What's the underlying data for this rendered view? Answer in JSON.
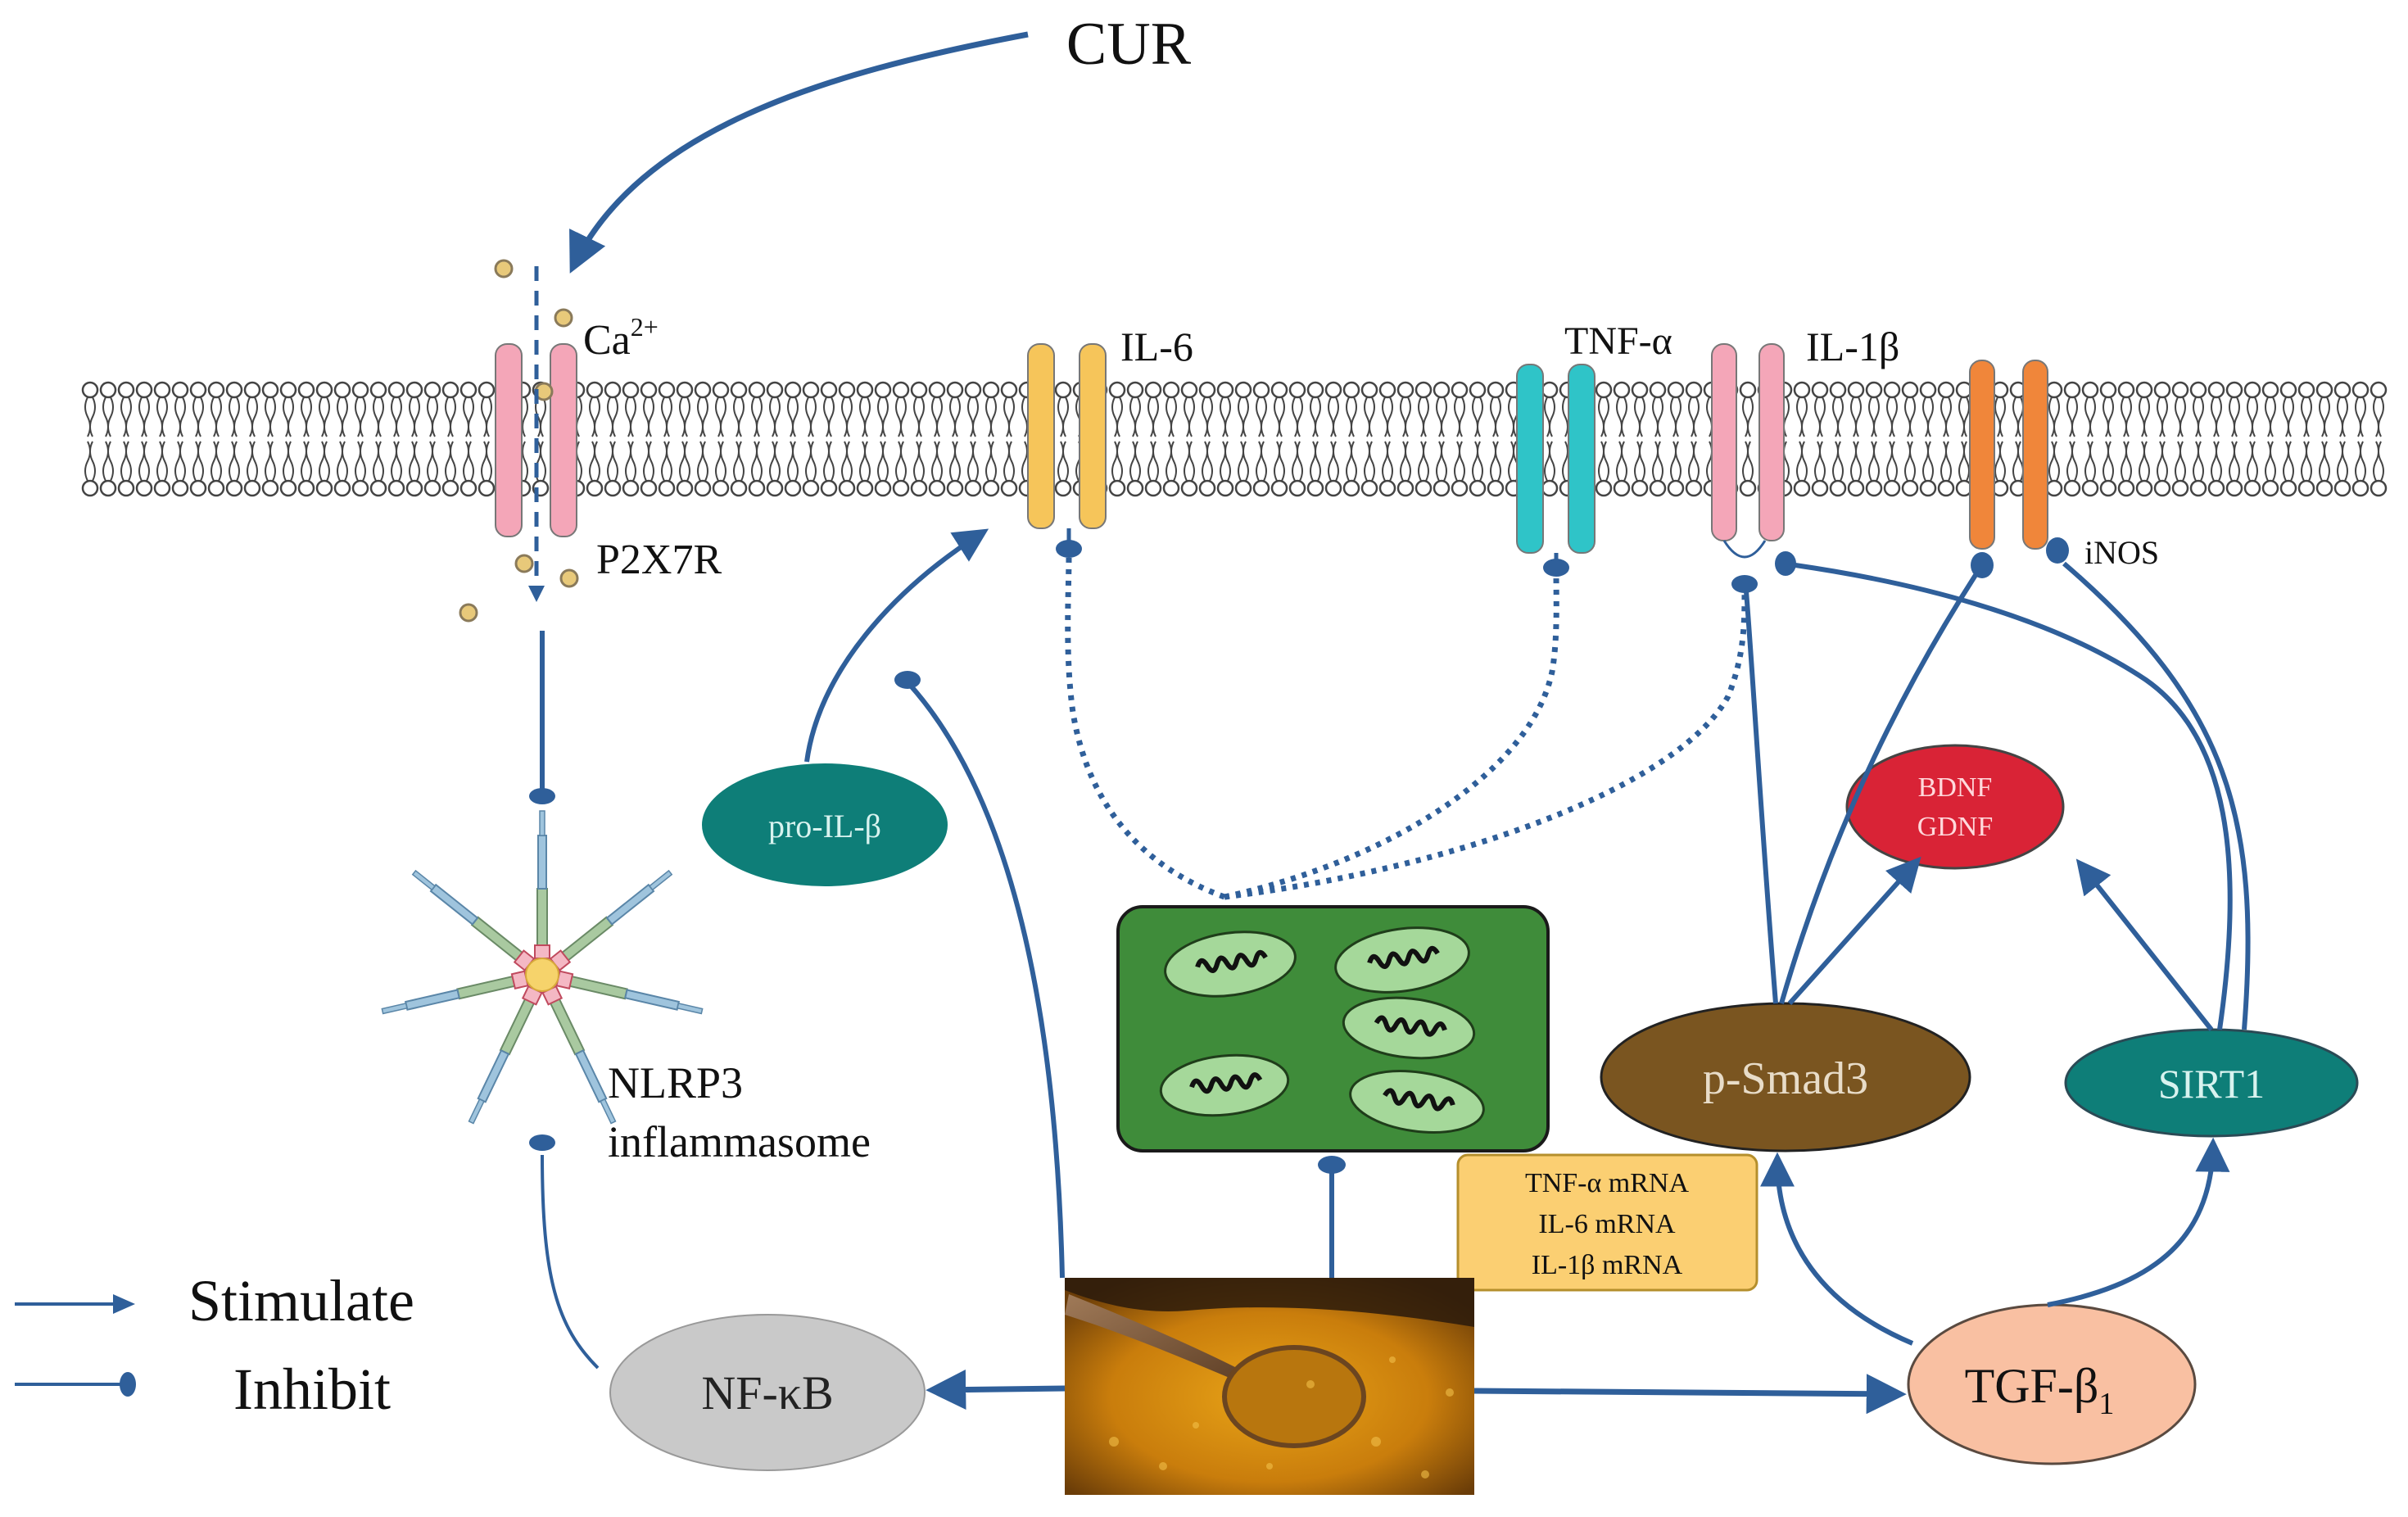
{
  "diagram": {
    "compound_label": "CUR",
    "membrane": {
      "receptors": [
        {
          "id": "p2x7r",
          "label": "P2X7R",
          "color": "#f4a6b8"
        },
        {
          "id": "il6",
          "label": "IL-6",
          "color": "#f6c55a"
        },
        {
          "id": "tnfa",
          "label": "TNF-α",
          "color": "#2fc4c8"
        },
        {
          "id": "il1b",
          "label": "IL-1β",
          "color": "#f4a6b8"
        },
        {
          "id": "inos",
          "label": "iNOS",
          "color": "#f0863a"
        }
      ],
      "ion_label": "Ca",
      "ion_charge": "2+"
    },
    "nodes": {
      "pro_il": {
        "label": "pro-IL-β",
        "color": "#0e7e78"
      },
      "nfkb": {
        "label": "NF-κB",
        "color": "#c9c9c9"
      },
      "psmad3": {
        "label": "p-Smad3",
        "color": "#7a5520"
      },
      "sirt1": {
        "label": "SIRT1",
        "color": "#0e7e78"
      },
      "bdnf": {
        "line1": "BDNF",
        "line2": "GDNF",
        "color": "#d92336"
      },
      "tgf": {
        "label": "TGF-β",
        "subscript": "1",
        "color": "#f9c0a2"
      },
      "nlrp3": {
        "line1": "NLRP3",
        "line2": "inflammasome"
      },
      "mrna": {
        "lines": [
          "TNF-α mRNA",
          "IL-6 mRNA",
          "IL-1β mRNA"
        ],
        "color": "#fbcf72"
      },
      "mito_box": {
        "color": "#3f8c3a"
      }
    },
    "legend": {
      "stimulate": "Stimulate",
      "inhibit": "Inhibit"
    },
    "colors": {
      "arrow": "#2f5f9a",
      "membrane": "#444444"
    }
  }
}
